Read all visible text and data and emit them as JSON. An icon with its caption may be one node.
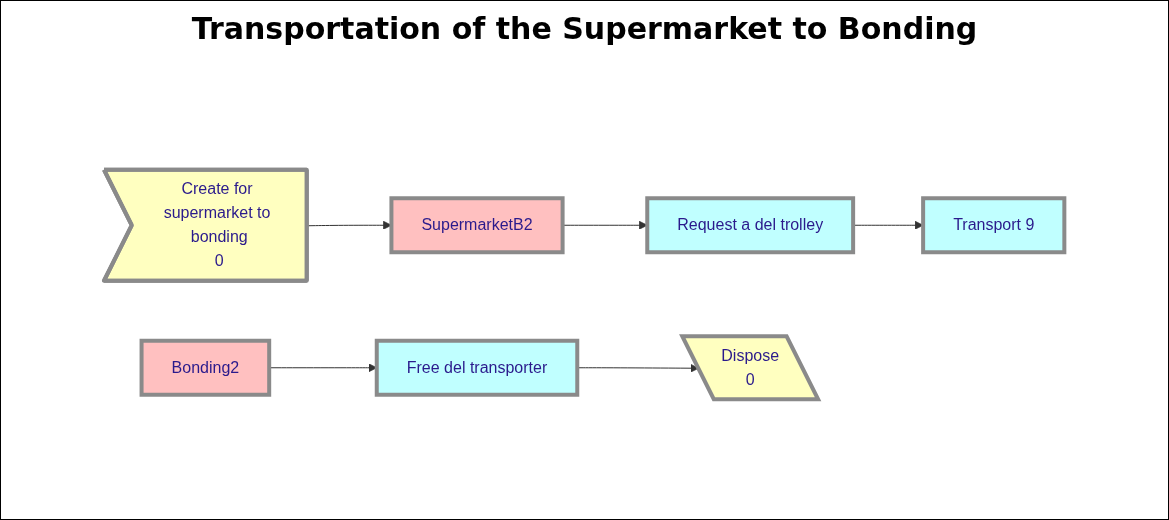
{
  "diagram": {
    "title": "Transportation of the Supermarket to Bonding",
    "nodes": [
      {
        "text": [
          "Create for supermarket to bonding",
          "0"
        ]
      },
      {
        "text": [
          "SupermarketB2"
        ]
      },
      {
        "text": [
          "Request a del trolley"
        ]
      },
      {
        "text": [
          "Transport 9"
        ]
      },
      {
        "text": [
          "Bonding2"
        ]
      },
      {
        "text": [
          "Free del transporter"
        ]
      },
      {
        "text": [
          "Dispose",
          "0"
        ]
      }
    ],
    "edges": [
      {
        "from": 0,
        "to": 1,
        "arrow": "to"
      },
      {
        "from": 1,
        "to": 2,
        "arrow": "to"
      },
      {
        "from": 2,
        "to": 3,
        "arrow": "to"
      },
      {
        "from": 4,
        "to": 5,
        "arrow": "to"
      },
      {
        "from": 5,
        "to": 6,
        "arrow": "to"
      }
    ]
  }
}
